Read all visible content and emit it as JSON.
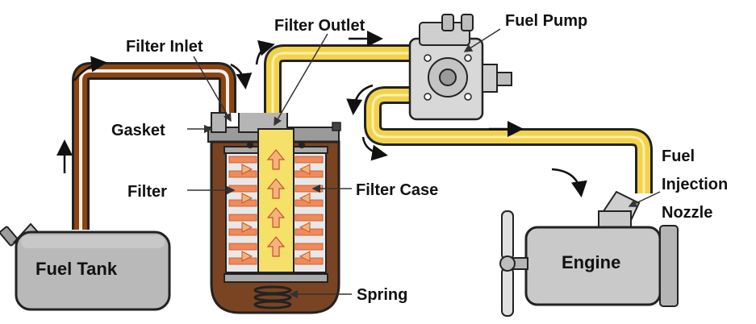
{
  "labels": {
    "filter_outlet": "Filter Outlet",
    "fuel_pump": "Fuel Pump",
    "filter_inlet": "Filter Inlet",
    "gasket": "Gasket",
    "filter": "Filter",
    "filter_case": "Filter Case",
    "fuel_injection_nozzle_1": "Fuel",
    "fuel_injection_nozzle_2": "Injection",
    "fuel_injection_nozzle_3": "Nozzle",
    "fuel_tank": "Fuel Tank",
    "engine": "Engine",
    "spring": "Spring"
  },
  "colors": {
    "return_line": "#8b4513",
    "supply_line": "#f2d24a",
    "tank": "#b9b9b9",
    "engine": "#c9c9c9",
    "filter_body": "#7a4422",
    "filter_core": "#f5e06a",
    "element_bars": "#f08a5a",
    "flow_arrow": "#f6b27a",
    "outline": "#222222"
  },
  "icons": {
    "flow_arrows": "arrow-icon",
    "fan": "fan-icon"
  }
}
